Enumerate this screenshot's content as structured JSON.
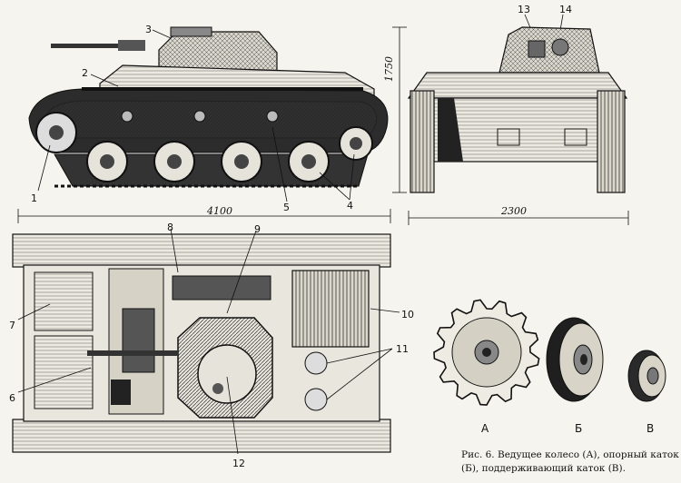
{
  "callouts": [
    "1",
    "2",
    "3",
    "4",
    "5",
    "6",
    "7",
    "8",
    "9",
    "10",
    "11",
    "12",
    "13",
    "14"
  ],
  "dimensions": {
    "length": "4100",
    "width": "2300",
    "height": "1750"
  },
  "wheel_labels": {
    "drive_wheel": "А",
    "road_wheel": "Б",
    "return_roller": "В"
  },
  "caption": {
    "prefix": "Рис. 6.",
    "text": " Ведущее колесо (А), опорный каток (Б), поддерживающий каток (В)."
  }
}
